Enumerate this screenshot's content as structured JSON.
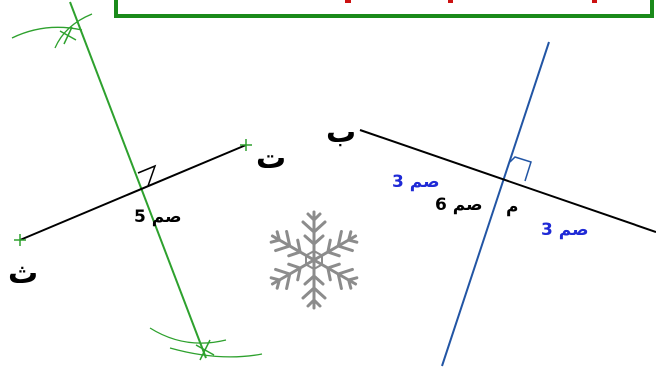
{
  "colors": {
    "banner_border": "#1a8a1a",
    "banner_text": "#cc1111",
    "green_line": "#2ea12e",
    "blue_line": "#2255a4",
    "segment": "#000000",
    "blue_text": "#1f2ad6",
    "snowflake": "#8c8c8c"
  },
  "left_figure": {
    "point_top": "ت",
    "point_bottom": "ث",
    "half_length_label": "5 صم"
  },
  "right_figure": {
    "point_left": "ب",
    "midpoint": "م",
    "full_length_label": "6 صم",
    "half_left_label": "3 صم",
    "half_right_label": "3 صم"
  },
  "decoration": {
    "icon": "snowflake-icon"
  }
}
